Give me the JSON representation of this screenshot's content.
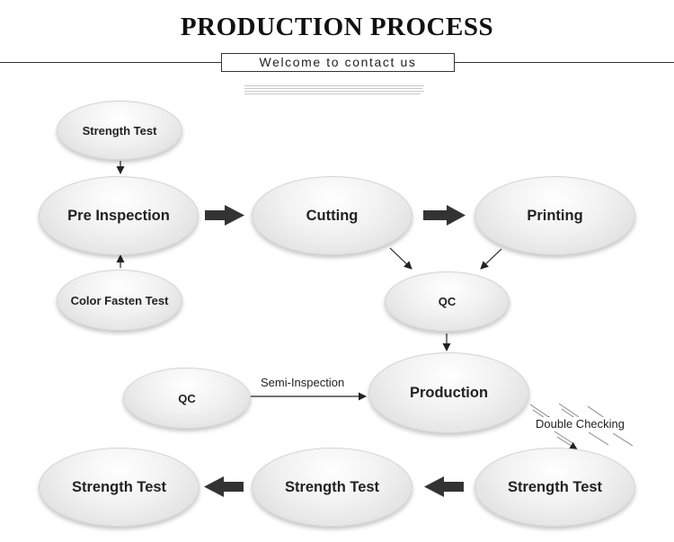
{
  "header": {
    "title": "PRODUCTION  PROCESS",
    "subtitle": "Welcome to contact us"
  },
  "nodes": {
    "strength_test_top": "Strength Test",
    "pre_inspection": "Pre Inspection",
    "color_fasten_test": "Color Fasten Test",
    "cutting": "Cutting",
    "printing": "Printing",
    "qc_center": "QC",
    "qc_left": "QC",
    "production": "Production",
    "strength_test_bottom_left": "Strength Test",
    "strength_test_bottom_middle": "Strength Test",
    "strength_test_bottom_right": "Strength Test"
  },
  "edge_labels": {
    "semi_inspection": "Semi-Inspection",
    "double_checking": "Double Checking"
  },
  "colors": {
    "thick_arrow": "#333333",
    "thin_arrow": "#222222",
    "double_check_lines": "#9a9a9a"
  }
}
